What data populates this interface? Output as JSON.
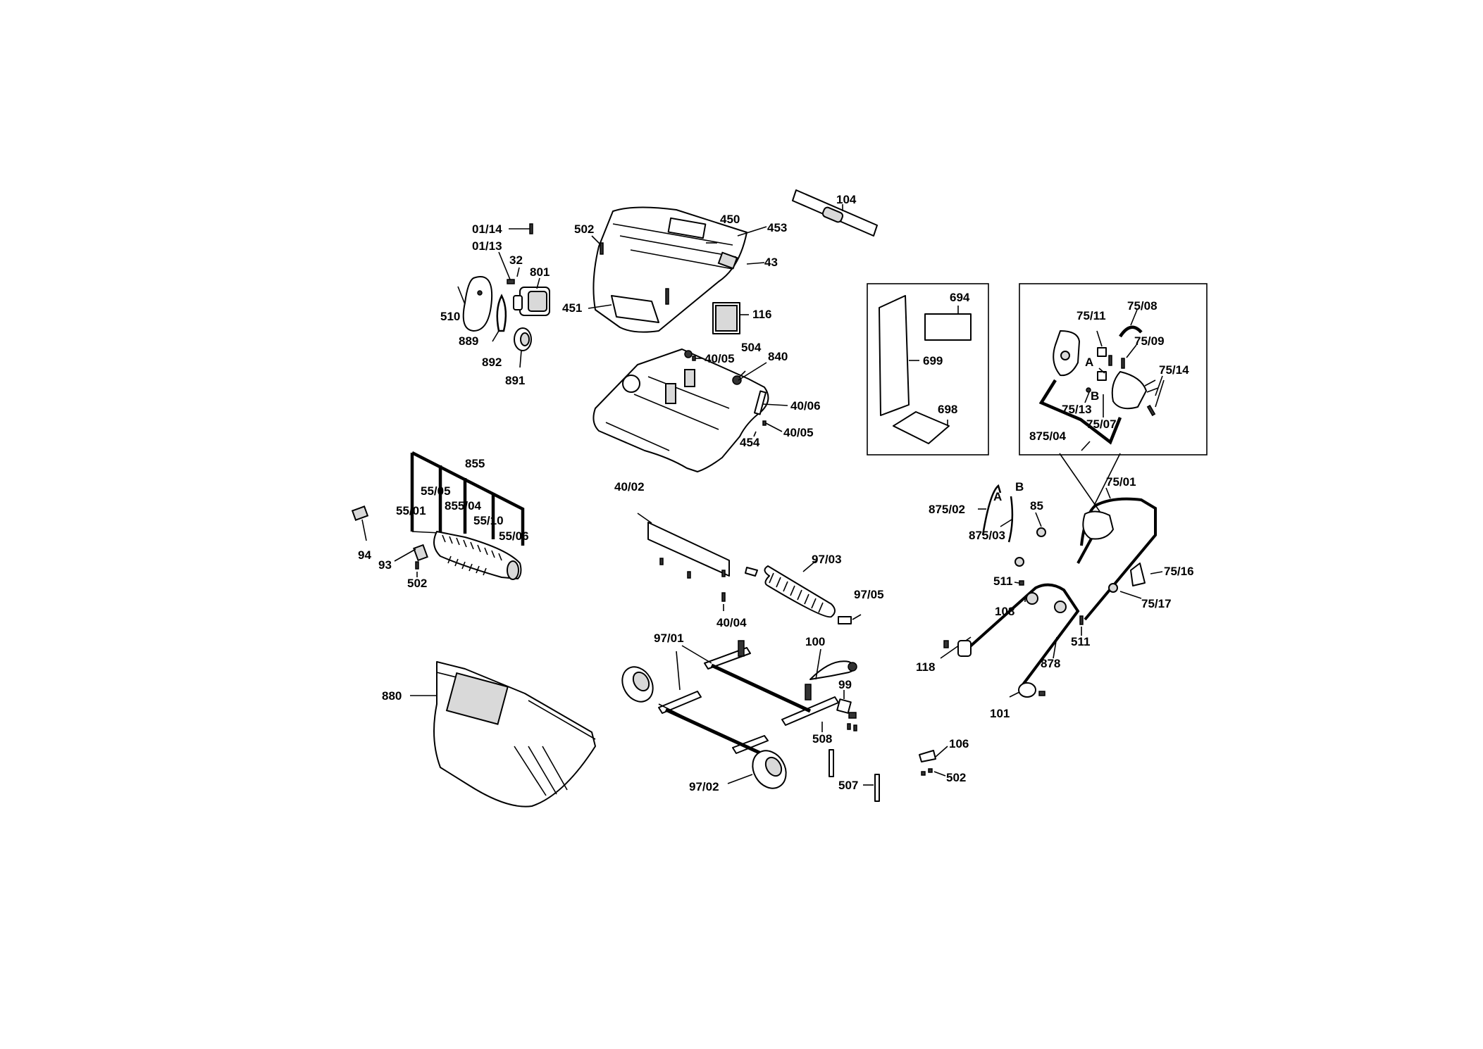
{
  "labels": {
    "l0114": "01/14",
    "l0113": "01/13",
    "l32": "32",
    "l801": "801",
    "l510": "510",
    "l889": "889",
    "l892": "892",
    "l891": "891",
    "l502a": "502",
    "l450": "450",
    "l453": "453",
    "l43": "43",
    "l451": "451",
    "l116": "116",
    "l104": "104",
    "l4005a": "40/05",
    "l504": "504",
    "l840": "840",
    "l4006": "40/06",
    "l4005b": "40/05",
    "l454": "454",
    "l694": "694",
    "l699": "699",
    "l698": "698",
    "l7511": "75/11",
    "l7508": "75/08",
    "l7509": "75/09",
    "lA1": "A",
    "lB1": "B",
    "l7514": "75/14",
    "l7513": "75/13",
    "l7507": "75/07",
    "l87504": "875/04",
    "l855": "855",
    "l5505": "55/05",
    "l5501": "55/01",
    "l85504": "855/04",
    "l5510": "55/10",
    "l5506": "55/06",
    "l94": "94",
    "l93": "93",
    "l502b": "502",
    "l4002": "40/02",
    "l9703": "97/03",
    "l9705": "97/05",
    "l4004": "40/04",
    "l9701": "97/01",
    "l100": "100",
    "l99": "99",
    "l508": "508",
    "l9702": "97/02",
    "l507": "507",
    "l880": "880",
    "lA2": "A",
    "lB2": "B",
    "l87502": "875/02",
    "l87503": "875/03",
    "l85": "85",
    "l7501": "75/01",
    "l7516": "75/16",
    "l7517": "75/17",
    "l511a": "511",
    "l108": "108",
    "l511b": "511",
    "l118": "118",
    "l878": "878",
    "l101": "101",
    "l106": "106",
    "l502c": "502"
  }
}
